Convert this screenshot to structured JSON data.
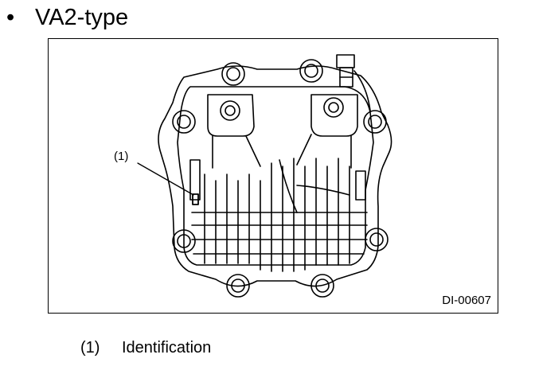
{
  "heading": {
    "bullet": "•",
    "title": "VA2-type"
  },
  "figure": {
    "figure_id": "DI-00607",
    "callout": "(1)"
  },
  "legend": {
    "items": [
      {
        "number": "(1)",
        "label": "Identification"
      }
    ]
  }
}
